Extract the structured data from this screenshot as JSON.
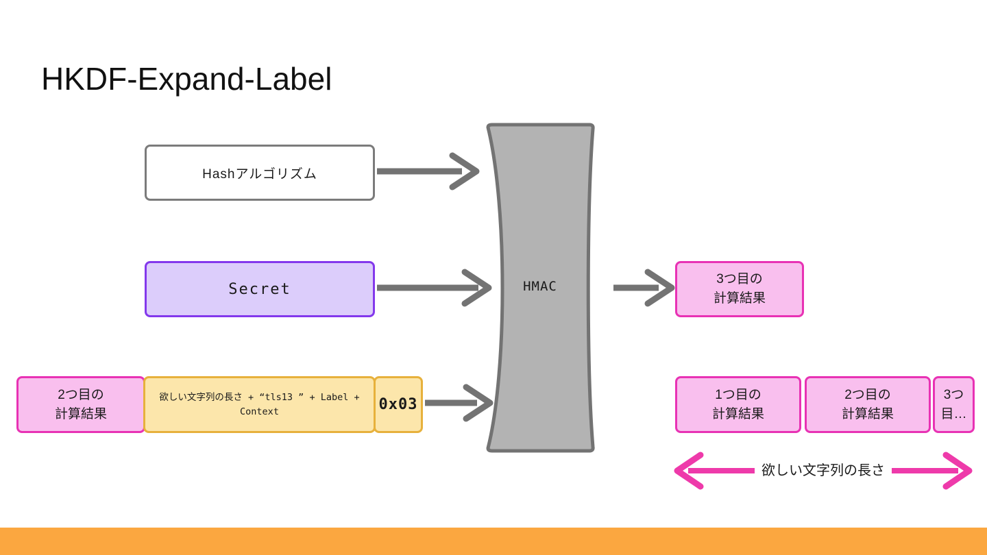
{
  "slide": {
    "title": "HKDF-Expand-Label",
    "background_color": "#ffffff",
    "accent_bar_color": "#fba740"
  },
  "inputs": {
    "hash": {
      "label": "Hashアルゴリズム",
      "fill": "#ffffff",
      "border": "#7b7b7b"
    },
    "secret": {
      "label": "Secret",
      "fill": "#dccdfb",
      "border": "#8338ec"
    },
    "message": {
      "previous_result": {
        "line1": "2つ目の",
        "line2": "計算結果",
        "fill": "#f9bfee",
        "border": "#e832b4"
      },
      "label_context": {
        "line1": "欲しい文字列の長さ + “tls13 ” + Label +",
        "line2": "Context",
        "fill": "#fce6ab",
        "border": "#e7b13c"
      },
      "counter": {
        "label": "0x03",
        "fill": "#fce6ab",
        "border": "#e7b13c"
      }
    }
  },
  "process": {
    "label": "HMAC",
    "fill": "#b3b3b3",
    "border": "#737373"
  },
  "outputs": {
    "current": {
      "line1": "3つ目の",
      "line2": "計算結果",
      "fill": "#f9bfee",
      "border": "#e832b4"
    },
    "stream": [
      {
        "line1": "1つ目の",
        "line2": "計算結果"
      },
      {
        "line1": "2つ目の",
        "line2": "計算結果"
      },
      {
        "line1": "3つ",
        "line2": "目…"
      }
    ]
  },
  "measure": {
    "label": "欲しい文字列の長さ",
    "color": "#ee3aaa"
  },
  "arrows": {
    "color": "#737373"
  }
}
